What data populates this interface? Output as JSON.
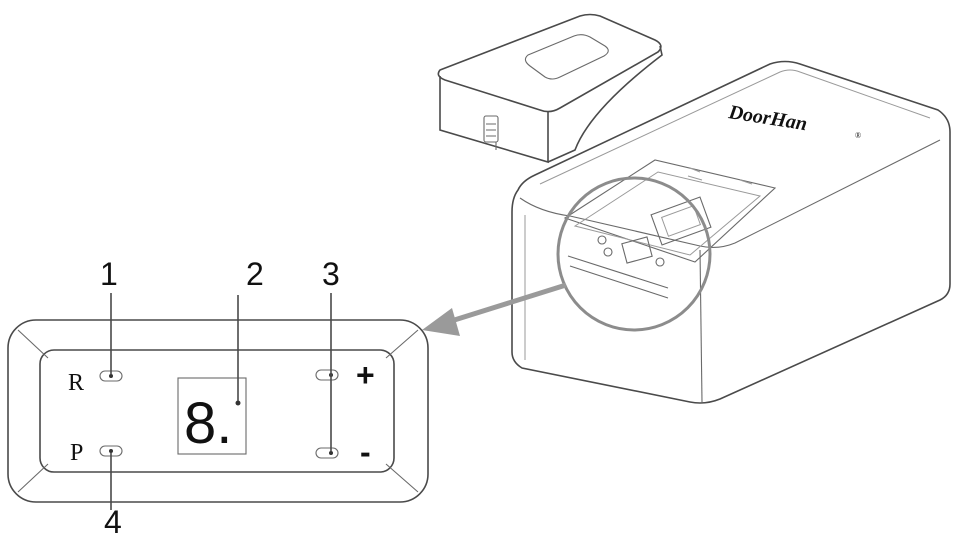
{
  "callouts": [
    {
      "number": "1"
    },
    {
      "number": "2"
    },
    {
      "number": "3"
    },
    {
      "number": "4"
    }
  ],
  "panel": {
    "button_r_label": "R",
    "button_p_label": "P",
    "button_plus_label": "+",
    "button_minus_label": "-",
    "display_digit": "8."
  },
  "device": {
    "brand": "DoorHan",
    "brand_mark": "®"
  },
  "colors": {
    "outline": "#4a4a4a",
    "arrow": "#9a9a9a",
    "magnifier": "#8c8c8c"
  }
}
